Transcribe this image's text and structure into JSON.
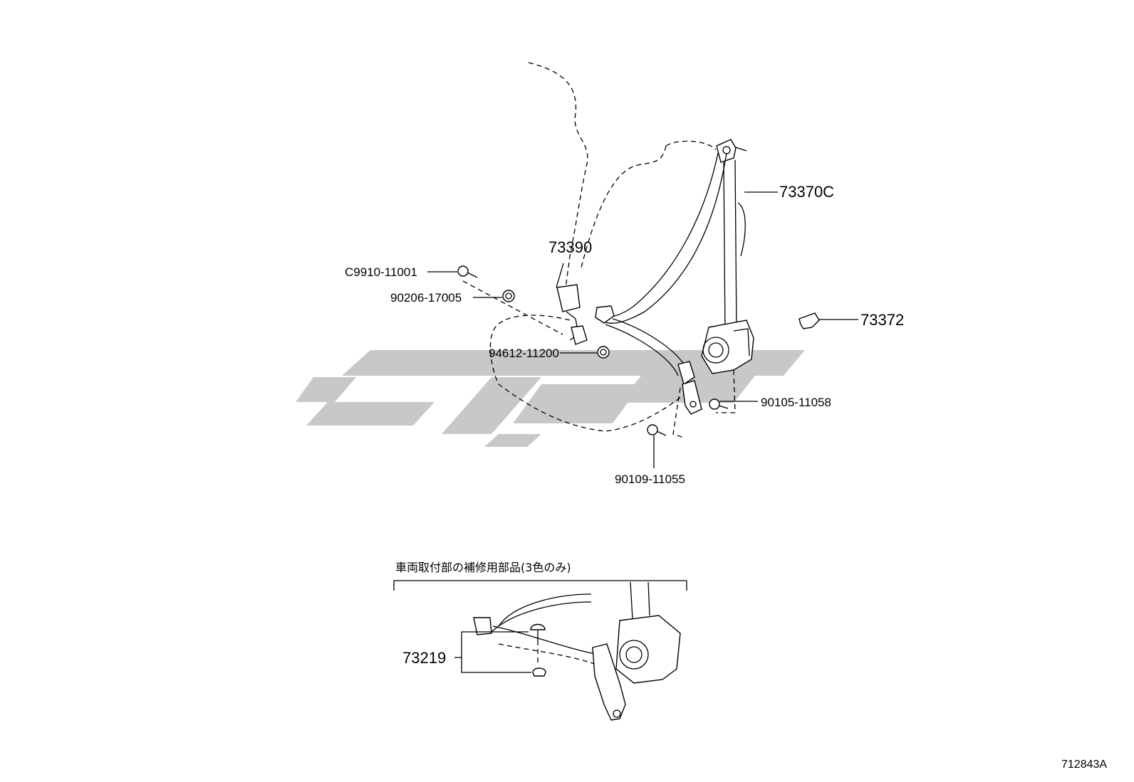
{
  "main_parts": [
    {
      "id": "p-73370c",
      "label": "73370C"
    },
    {
      "id": "p-73390",
      "label": "73390"
    },
    {
      "id": "p-73372",
      "label": "73372"
    },
    {
      "id": "p-c9910",
      "label": "C9910-11001"
    },
    {
      "id": "p-90206",
      "label": "90206-17005"
    },
    {
      "id": "p-94612",
      "label": "94612-11200"
    },
    {
      "id": "p-90105",
      "label": "90105-11058"
    },
    {
      "id": "p-90109",
      "label": "90109-11055"
    }
  ],
  "inset": {
    "title": "車両取付部の補修用部品(3色のみ)",
    "part_label": "73219"
  },
  "diagram_code": "712843A",
  "colors": {
    "line": "#000000",
    "watermark": "#c8c8c8",
    "background": "#ffffff"
  }
}
